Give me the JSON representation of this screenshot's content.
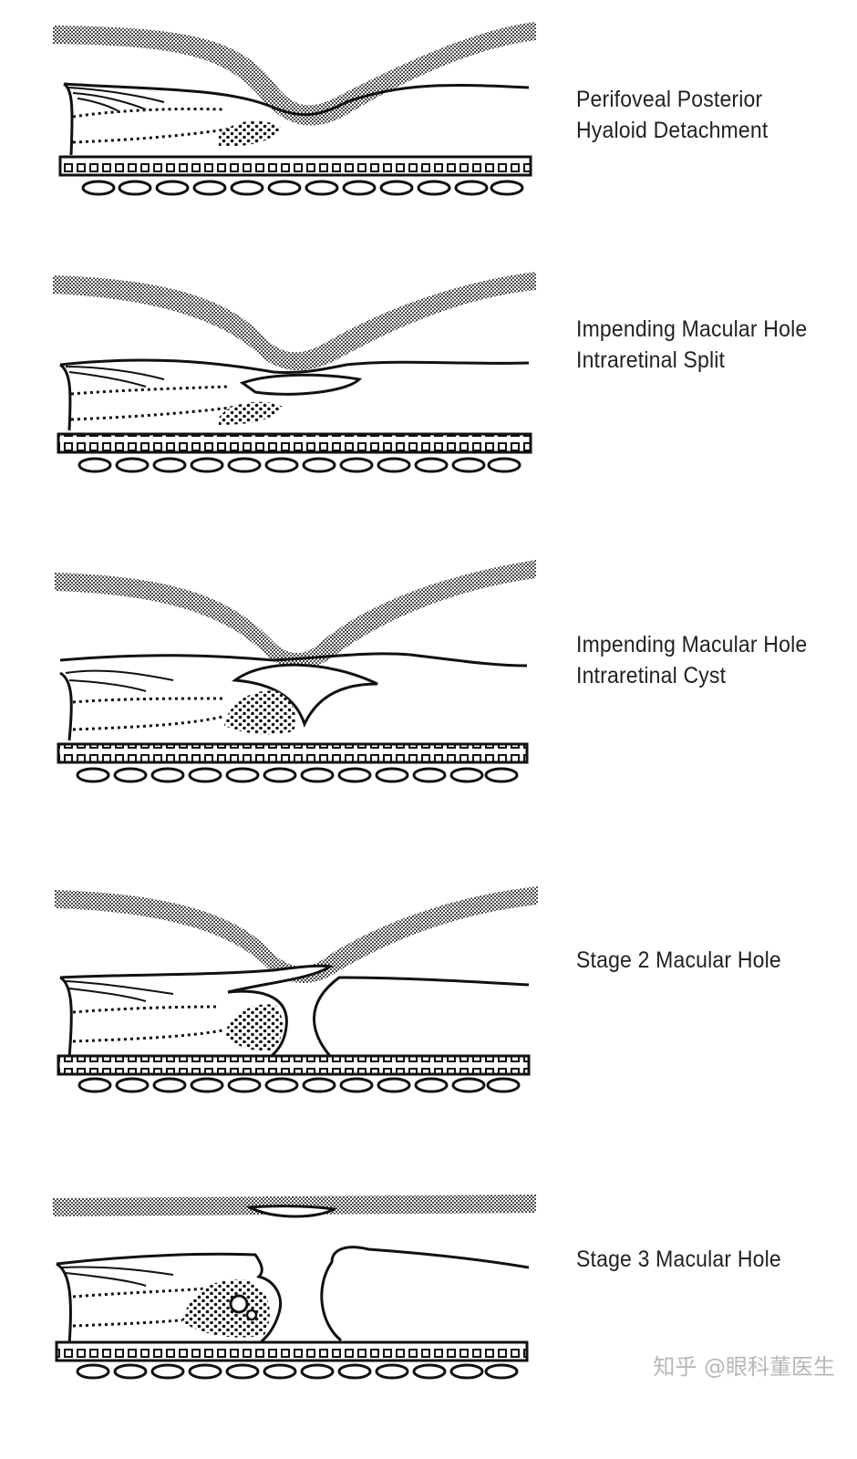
{
  "stages": [
    {
      "id": "stage-a",
      "lines": [
        "Perifoveal Posterior",
        "Hyaloid Detachment"
      ]
    },
    {
      "id": "stage-b",
      "lines": [
        "Impending Macular Hole",
        "Intraretinal Split"
      ]
    },
    {
      "id": "stage-c",
      "lines": [
        "Impending Macular Hole",
        "Intraretinal Cyst"
      ]
    },
    {
      "id": "stage-d",
      "lines": [
        "Stage 2 Macular Hole"
      ]
    },
    {
      "id": "stage-e",
      "lines": [
        "Stage 3 Macular Hole"
      ]
    }
  ],
  "watermark": "知乎 @眼科董医生",
  "colors": {
    "line": "#111111",
    "hyaloid_dots": "#555555",
    "text": "#222222"
  }
}
